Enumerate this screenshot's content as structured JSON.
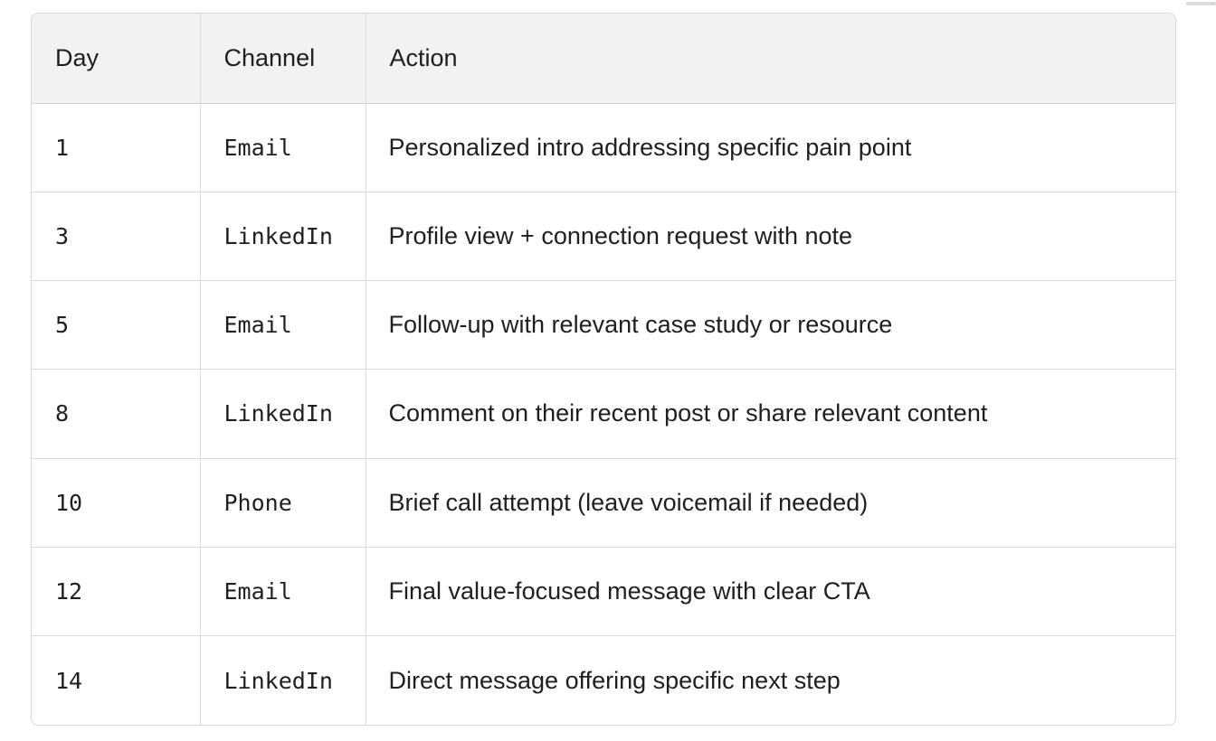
{
  "table": {
    "columns": [
      {
        "key": "day",
        "label": "Day"
      },
      {
        "key": "channel",
        "label": "Channel"
      },
      {
        "key": "action",
        "label": "Action"
      }
    ],
    "rows": [
      {
        "day": "1",
        "channel": "Email",
        "action": "Personalized intro addressing specific pain point"
      },
      {
        "day": "3",
        "channel": "LinkedIn",
        "action": "Profile view + connection request with note"
      },
      {
        "day": "5",
        "channel": "Email",
        "action": "Follow-up with relevant case study or resource"
      },
      {
        "day": "8",
        "channel": "LinkedIn",
        "action": "Comment on their recent post or share relevant content"
      },
      {
        "day": "10",
        "channel": "Phone",
        "action": "Brief call attempt (leave voicemail if needed)"
      },
      {
        "day": "12",
        "channel": "Email",
        "action": "Final value-focused message with clear CTA"
      },
      {
        "day": "14",
        "channel": "LinkedIn",
        "action": "Direct message offering specific next step"
      }
    ]
  },
  "colors": {
    "header_background": "#f2f2f2",
    "row_background": "#ffffff",
    "text": "#1f1f1f",
    "border": "#d9d9de",
    "row_divider": "#dadade",
    "header_divider": "#d0d0d4"
  }
}
